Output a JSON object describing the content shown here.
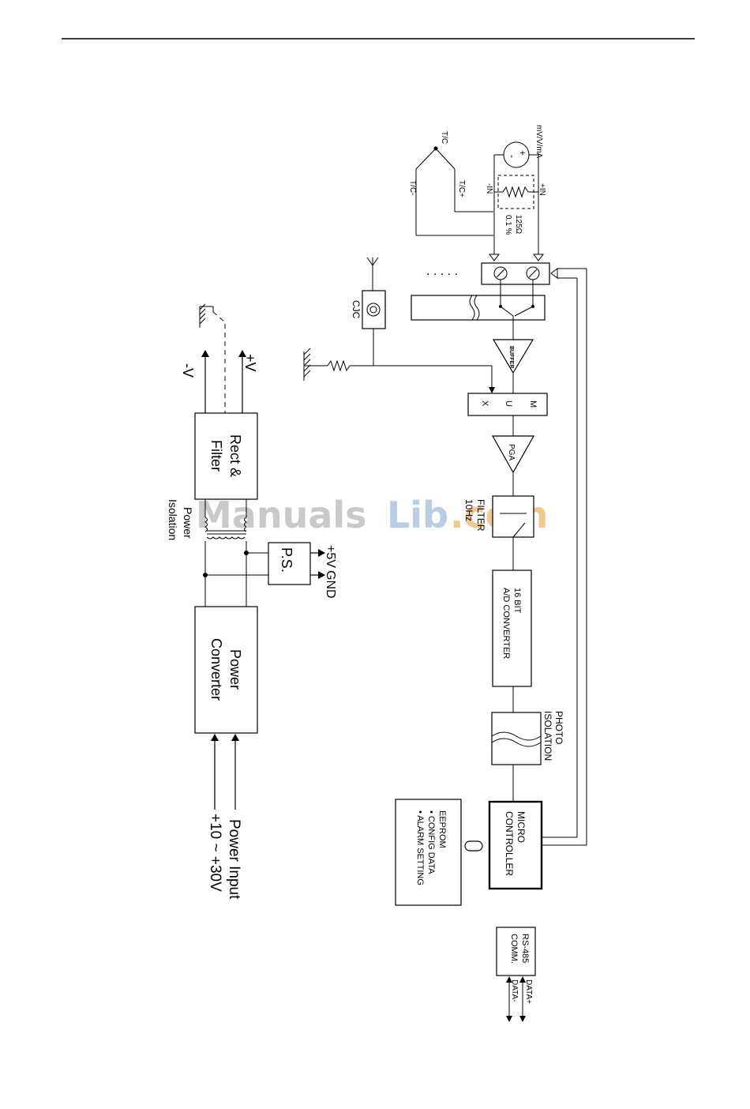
{
  "watermark": {
    "part1": "Manuals",
    "part2": "Lib",
    "part3": ".com",
    "color1": "#c9c9c9",
    "color2": "#b9cde3",
    "color3": "#f0c890"
  },
  "power": {
    "neg_v": "-V",
    "pos_v": "+V",
    "rect_filter_1": "Rect &",
    "rect_filter_2": "Filter",
    "isolation_1": "Power",
    "isolation_2": "Isolation",
    "ps": "P.S.",
    "plus5v": "+5V",
    "gnd": "GND",
    "converter_1": "Power",
    "converter_2": "Converter",
    "input_1": "Power Input",
    "input_2": "+10 ~ +30V"
  },
  "signal": {
    "mv_v_ma": "mV/V/mA",
    "plus": "+",
    "minus": "-",
    "tc_top": "T/C",
    "tc_minus": "T/C-",
    "tc_plus": "T/C+",
    "minus_in": "-IN",
    "plus_in": "+IN",
    "resistor_1": "125Ω",
    "resistor_2": "0.1 %",
    "dots": ". . . . .",
    "cjc": "CJC",
    "buffer": "BUFFER",
    "mux_x": "X",
    "mux_u": "U",
    "mux_m": "M",
    "pga": "PGA",
    "filter_1": "FILTER",
    "filter_2": "10Hz",
    "adc_1": "16 BIT",
    "adc_2": "A/D CONVERTER",
    "photo_1": "PHOTO",
    "photo_2": "ISOLATION",
    "micro_1": "MICRO",
    "micro_2": "CONTROLLER",
    "eeprom_1": "EEPROM",
    "eeprom_2": "• CONFIG DATA",
    "eeprom_3": "• ALARM SETTING",
    "rs485_1": "RS-485",
    "rs485_2": "COMM.",
    "data_plus": "DATA+",
    "data_minus": "DATA-"
  }
}
